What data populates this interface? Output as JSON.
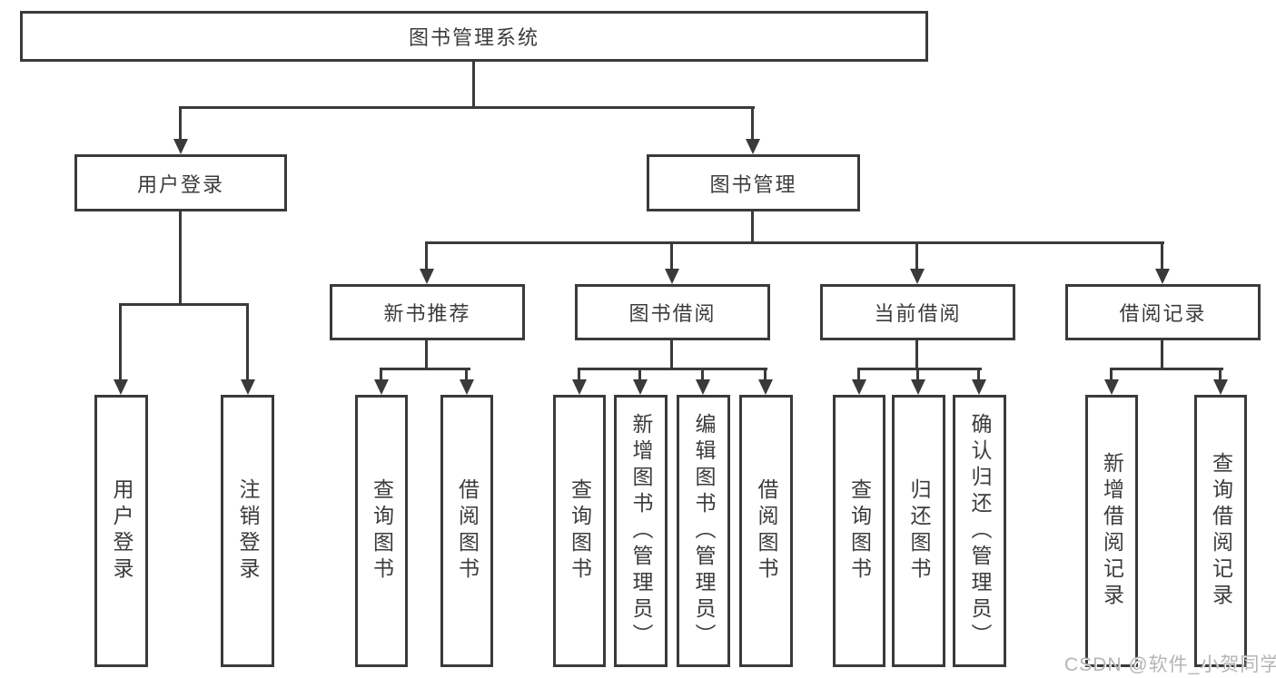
{
  "diagram": {
    "root": {
      "label": "图书管理系统",
      "children": [
        {
          "label": "用户登录",
          "children": [
            {
              "label": "用户登录"
            },
            {
              "label": "注销登录"
            }
          ]
        },
        {
          "label": "图书管理",
          "children": [
            {
              "label": "新书推荐",
              "children": [
                {
                  "label": "查询图书"
                },
                {
                  "label": "借阅图书"
                }
              ]
            },
            {
              "label": "图书借阅",
              "children": [
                {
                  "label": "查询图书"
                },
                {
                  "label": "新增图书（管理员）"
                },
                {
                  "label": "编辑图书（管理员）"
                },
                {
                  "label": "借阅图书"
                }
              ]
            },
            {
              "label": "当前借阅",
              "children": [
                {
                  "label": "查询图书"
                },
                {
                  "label": "归还图书"
                },
                {
                  "label": "确认归还（管理员）"
                }
              ]
            },
            {
              "label": "借阅记录",
              "children": [
                {
                  "label": "新增借阅记录"
                },
                {
                  "label": "查询借阅记录"
                }
              ]
            }
          ]
        }
      ]
    }
  },
  "watermark": {
    "text": "CSDN @软件_小贺同学"
  },
  "colors": {
    "line": "#3a3a3a",
    "box_border": "#3a3a3a",
    "text": "#3c3c3c",
    "watermark": "#afafaf",
    "background": "#ffffff"
  }
}
